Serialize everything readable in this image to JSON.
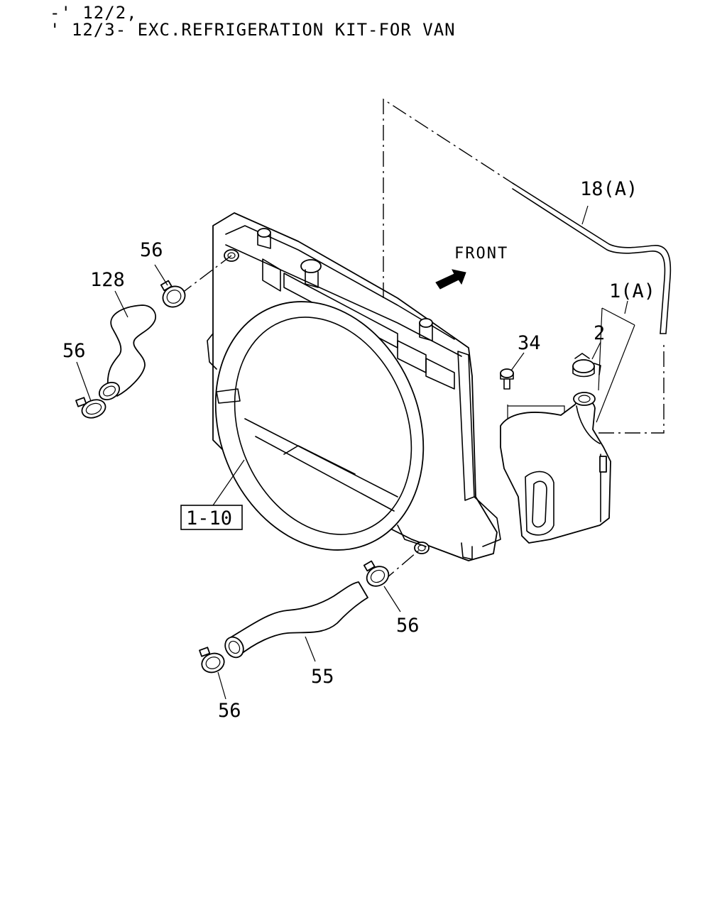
{
  "header": {
    "line1": "-' 12/2,",
    "line2": "' 12/3- EXC.REFRIGERATION KIT-FOR VAN"
  },
  "direction": {
    "label": "FRONT",
    "icon": "arrow-icon"
  },
  "callouts": {
    "hose_upper": "128",
    "clamp_upper_left": "56",
    "clamp_upper_right": "56",
    "radiator_assy": "1-10",
    "overflow_hose": "18(A)",
    "reserve_tank": "1(A)",
    "tank_cap": "2",
    "bolt": "34",
    "clamp_lower_right": "56",
    "hose_lower": "55",
    "clamp_lower_left": "56"
  }
}
